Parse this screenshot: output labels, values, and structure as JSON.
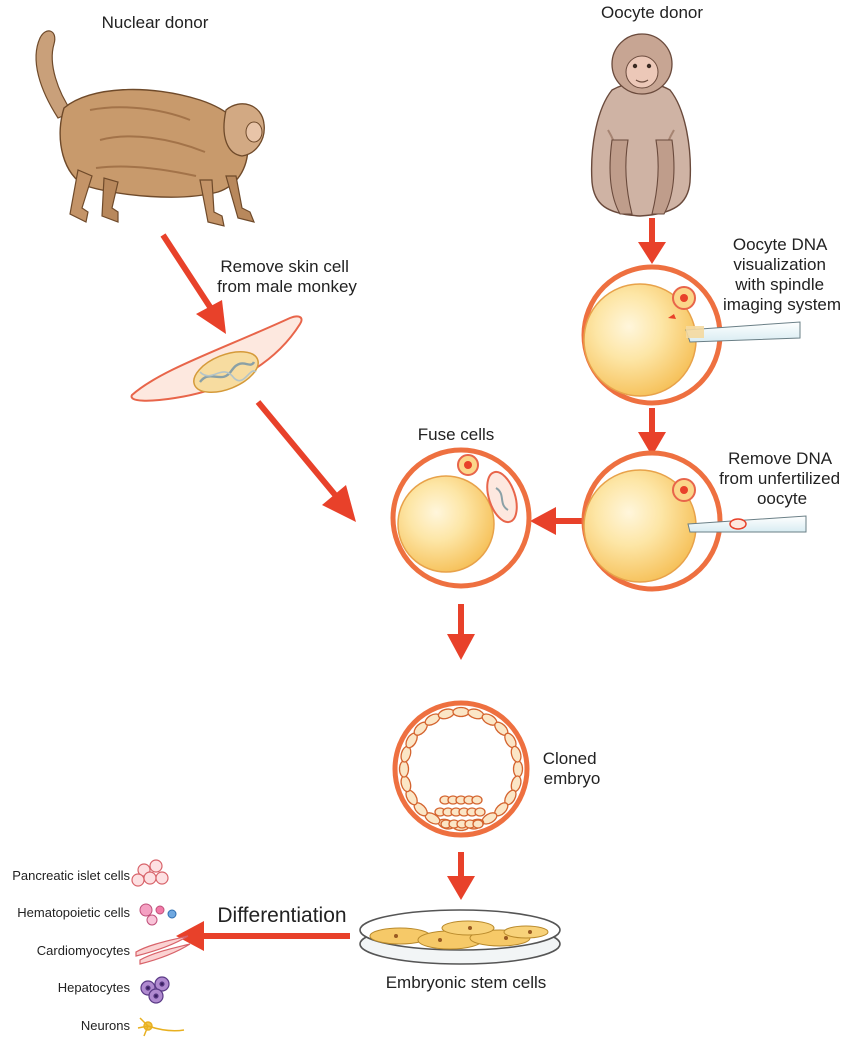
{
  "diagram": {
    "nuclear_donor_label": "Nuclear donor",
    "oocyte_donor_label": "Oocyte donor",
    "remove_skin_cell_label": [
      "Remove skin cell",
      "from male monkey"
    ],
    "oocyte_dna_label": [
      "Oocyte DNA",
      "visualization",
      "with spindle",
      "imaging system"
    ],
    "remove_dna_label": [
      "Remove DNA",
      "from unfertilized",
      "oocyte"
    ],
    "fuse_cells_label": "Fuse cells",
    "cloned_embryo_label": [
      "Cloned",
      "embryo"
    ],
    "embryonic_stem_cells_label": "Embryonic stem cells",
    "differentiation_label": "Differentiation",
    "cell_types": [
      {
        "label": "Pancreatic islet cells",
        "icon": "pancreatic-islet-icon"
      },
      {
        "label": "Hematopoietic cells",
        "icon": "hematopoietic-icon"
      },
      {
        "label": "Cardiomyocytes",
        "icon": "cardiomyocyte-icon"
      },
      {
        "label": "Hepatocytes",
        "icon": "hepatocyte-icon"
      },
      {
        "label": "Neurons",
        "icon": "neuron-icon"
      }
    ]
  },
  "colors": {
    "arrow": "#e8412a",
    "cell_ring": "#ee7040",
    "oocyte_fill": "#fbd177",
    "skin_cell_fill": "#fde8df",
    "monkey_fur": "#a8733f"
  }
}
